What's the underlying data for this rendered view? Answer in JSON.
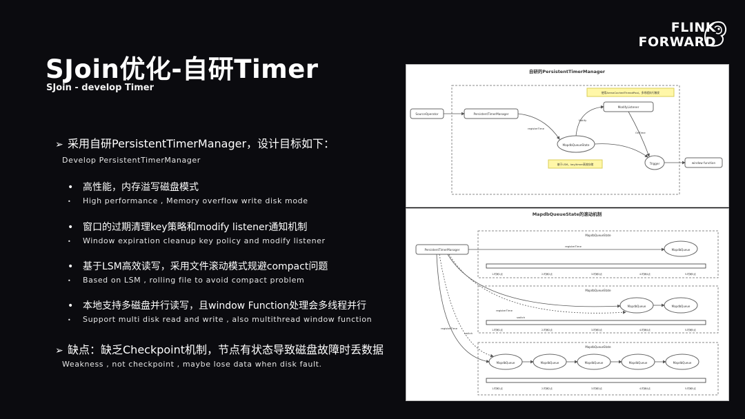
{
  "slide": {
    "title": "SJoin优化-自研Timer",
    "subtitle": "SJoin - develop Timer"
  },
  "logo": {
    "line1": "FLINK",
    "line2": "FORWARD",
    "icon": "squirrel-icon"
  },
  "content": {
    "point1": {
      "zh": "采用自研PersistentTimerManager，设计目标如下：",
      "en": "Develop PersistentTimerManager",
      "subs": [
        {
          "zh": "高性能，内存溢写磁盘模式",
          "en": "High performance , Memory overflow write disk mode"
        },
        {
          "zh": "窗口的过期清理key策略和modify listener通知机制",
          "en": "Window expiration cleanup key policy and modify listener"
        },
        {
          "zh": "基于LSM高效读写，采用文件滚动模式规避compact问题",
          "en": "Based on LSM , rolling file to avoid compact problem"
        },
        {
          "zh": "本地支持多磁盘并行读写，且window Function处理会多线程并行",
          "en": "Support multi disk read and write , also multithread window function"
        }
      ]
    },
    "point2": {
      "zh": "缺点：缺乏Checkpoint机制，节点有状态导致磁盘故障时丢数据",
      "en": "Weakness , not checkpoint , maybe lose data when disk fault."
    }
  },
  "diagram1": {
    "title": "自研的PersistentTimerManager",
    "source": "SourceOperator",
    "manager": "PersistentTimerManager",
    "queue_state": "MapdbQueueState",
    "modify": "ModifyListener",
    "trigger": "Trigger",
    "window": "window function",
    "edge_register": "registerTime",
    "edge_notify": "Notify",
    "edge_ontime": "OnTime",
    "note1": "使用ArenaCachedThreadPool，多线程执行触发",
    "note2": "基于LSM，key/timer高效存储"
  },
  "diagram2": {
    "title": "MapdbQueueState的滚动机制",
    "manager": "PersistentTimerManager",
    "group_label": "MapdbQueueState",
    "queue": "MapdbQueue",
    "register": "registerTime",
    "switch": "switch",
    "slots": [
      "1-时间1点",
      "2-时间2点",
      "3-时间3点",
      "4-时间4点",
      "5-时间5点"
    ]
  },
  "colors": {
    "background": "#0b0b0f",
    "text": "#ffffff",
    "note_fill": "#fff7a8"
  }
}
